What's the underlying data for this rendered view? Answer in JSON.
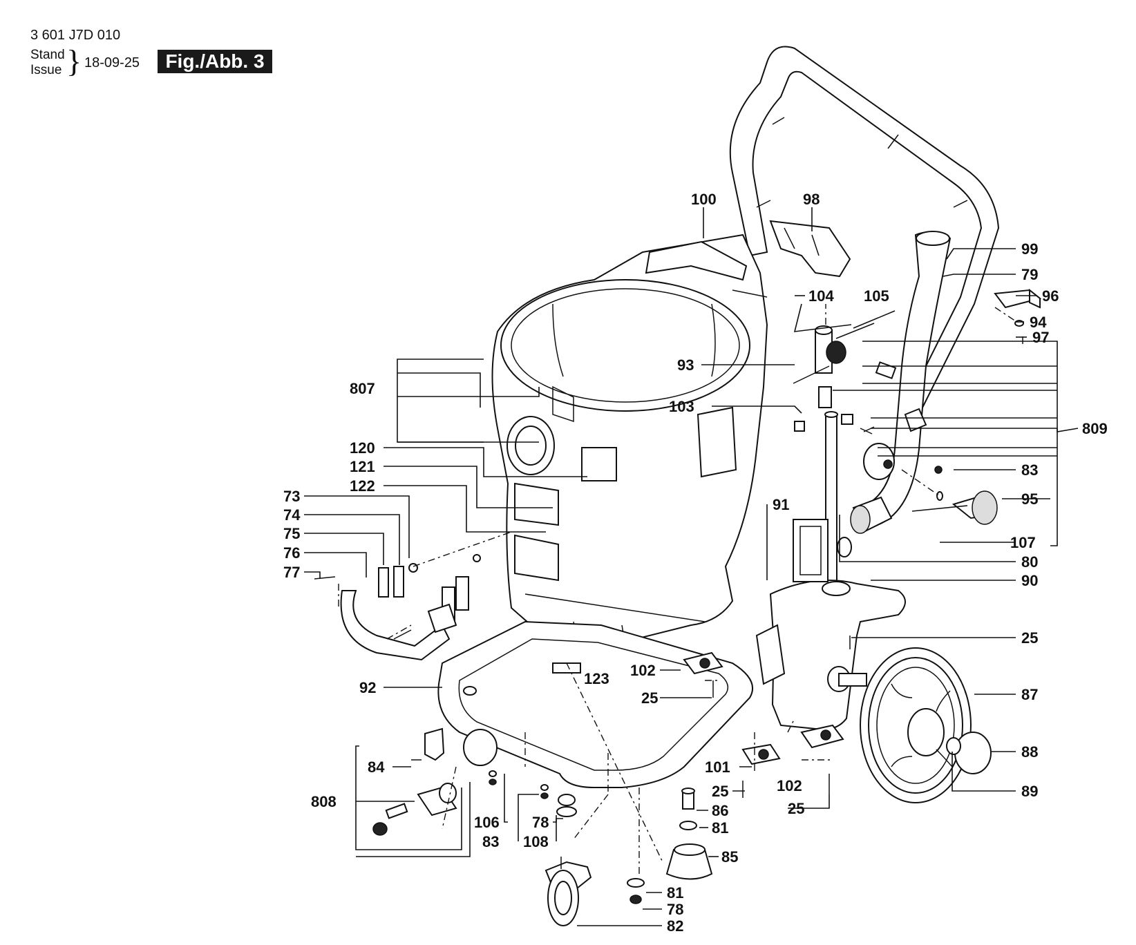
{
  "header": {
    "doc_number": "3 601 J7D 010",
    "stand": "Stand",
    "issue": "Issue",
    "date": "18-09-25",
    "figure": "Fig./Abb. 3"
  },
  "labels": {
    "l100": "100",
    "l98": "98",
    "l99": "99",
    "l79": "79",
    "l96": "96",
    "l94": "94",
    "l97": "97",
    "l104": "104",
    "l105": "105",
    "l93": "93",
    "l103": "103",
    "l809": "809",
    "l83a": "83",
    "l95": "95",
    "l107": "107",
    "l80": "80",
    "l90": "90",
    "l91": "91",
    "l807": "807",
    "l120": "120",
    "l121": "121",
    "l122": "122",
    "l73": "73",
    "l74": "74",
    "l75": "75",
    "l76": "76",
    "l77": "77",
    "l25a": "25",
    "l87": "87",
    "l88": "88",
    "l89": "89",
    "l102a": "102",
    "l123": "123",
    "l25b": "25",
    "l92": "92",
    "l84": "84",
    "l808": "808",
    "l101": "101",
    "l102b": "102",
    "l25c": "25",
    "l25d": "25",
    "l86": "86",
    "l81a": "81",
    "l85": "85",
    "l106": "106",
    "l83b": "83",
    "l78a": "78",
    "l108": "108",
    "l81b": "81",
    "l78b": "78",
    "l82": "82"
  }
}
